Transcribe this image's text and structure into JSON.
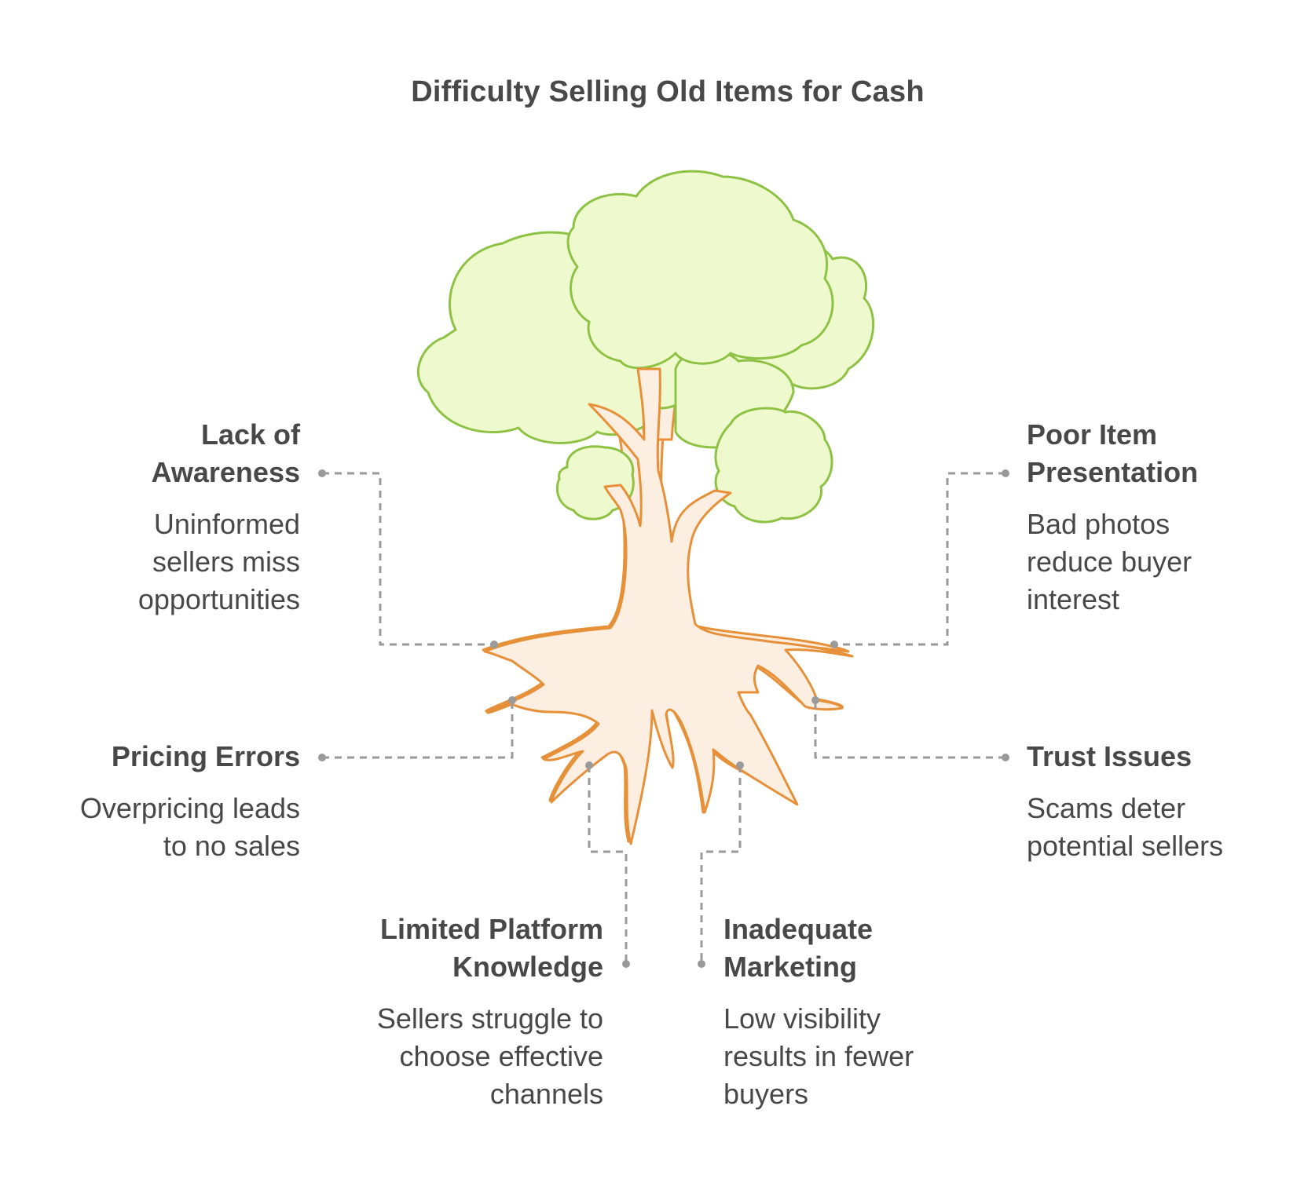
{
  "title": "Difficulty Selling Old Items for Cash",
  "colors": {
    "foliage_fill": "#eefacd",
    "foliage_stroke": "#8dc245",
    "trunk_fill": "#fdeee2",
    "trunk_stroke": "#e69139",
    "connector": "#9a9a9a",
    "text": "#484848"
  },
  "causes": [
    {
      "id": "lack-of-awareness",
      "heading_lines": [
        "Lack of",
        "Awareness"
      ],
      "description_lines": [
        "Uninformed",
        "sellers miss",
        "opportunities"
      ]
    },
    {
      "id": "poor-item-presentation",
      "heading_lines": [
        "Poor Item",
        "Presentation"
      ],
      "description_lines": [
        "Bad photos",
        "reduce buyer",
        "interest"
      ]
    },
    {
      "id": "pricing-errors",
      "heading_lines": [
        "Pricing Errors"
      ],
      "description_lines": [
        "Overpricing leads",
        "to no sales"
      ]
    },
    {
      "id": "trust-issues",
      "heading_lines": [
        "Trust Issues"
      ],
      "description_lines": [
        "Scams deter",
        "potential sellers"
      ]
    },
    {
      "id": "limited-platform-knowledge",
      "heading_lines": [
        "Limited Platform",
        "Knowledge"
      ],
      "description_lines": [
        "Sellers struggle to",
        "choose effective",
        "channels"
      ]
    },
    {
      "id": "inadequate-marketing",
      "heading_lines": [
        "Inadequate",
        "Marketing"
      ],
      "description_lines": [
        "Low visibility",
        "results in fewer",
        "buyers"
      ]
    }
  ]
}
